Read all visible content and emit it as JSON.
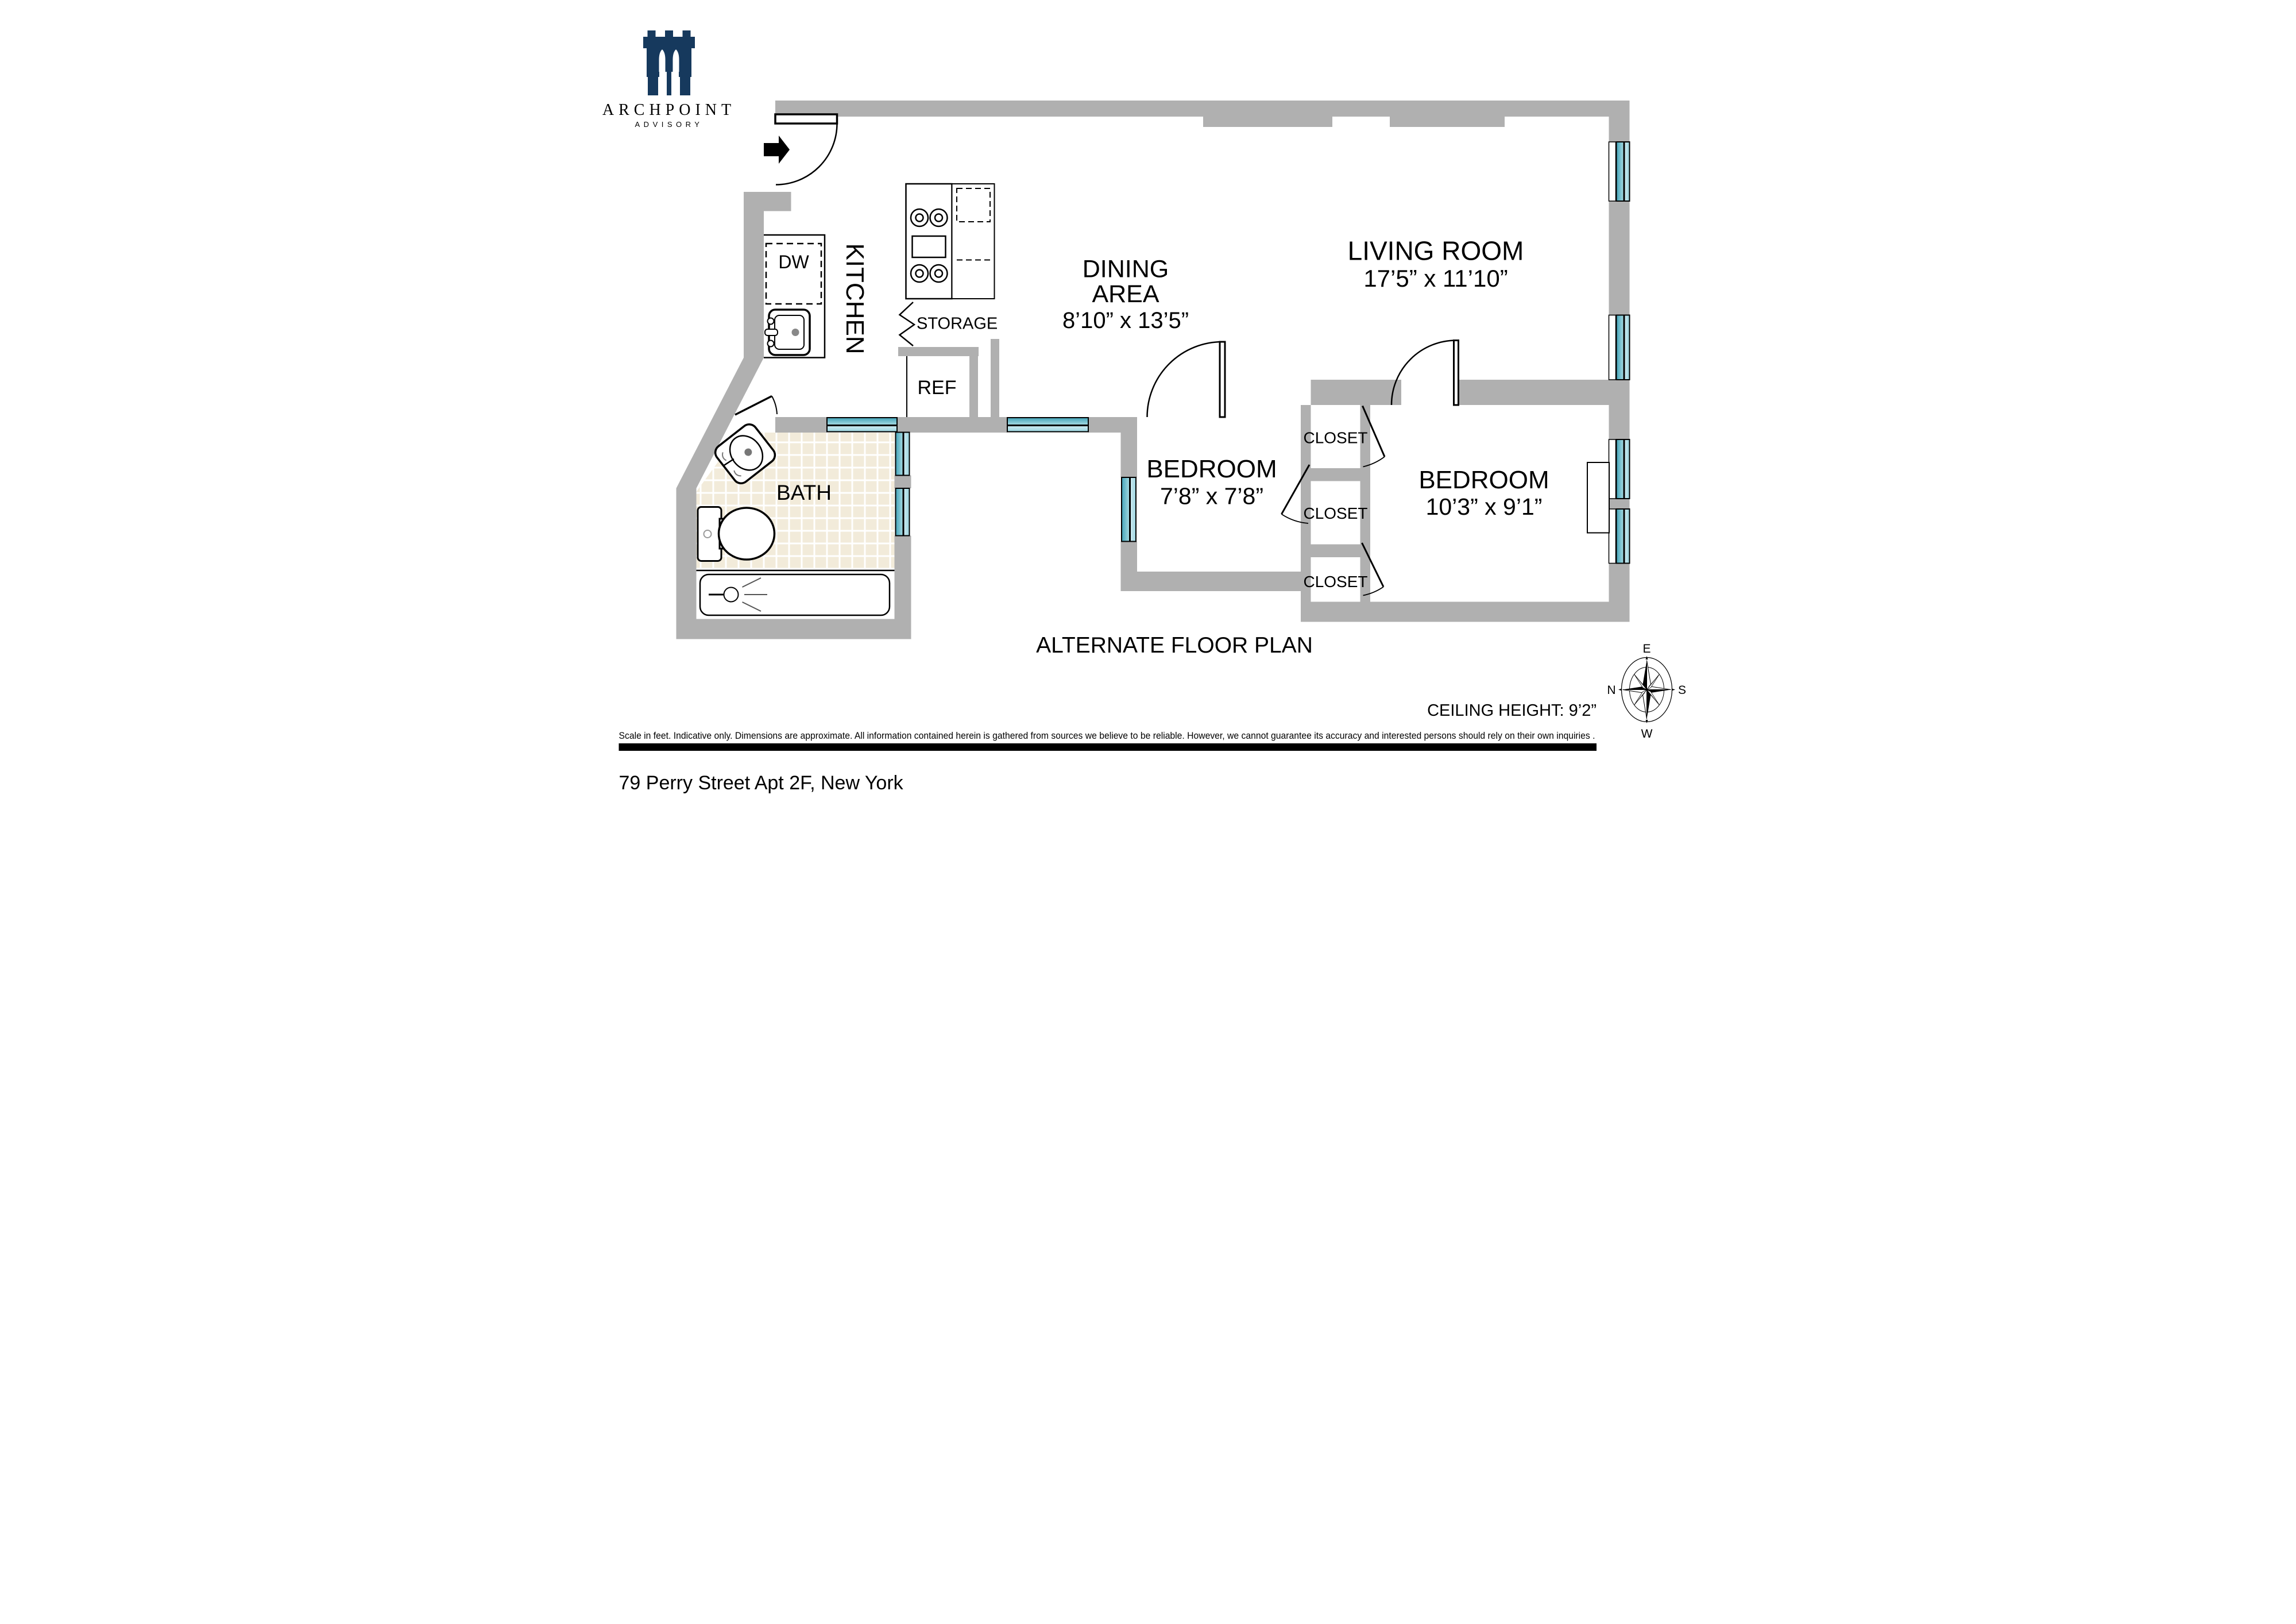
{
  "logo": {
    "name": "ARCHPOINT",
    "tagline": "ADVISORY",
    "color": "#16395d"
  },
  "plan": {
    "title": "ALTERNATE FLOOR PLAN",
    "ceiling_height": "CEILING HEIGHT: 9’2”",
    "entry_arrow": "entry-arrow"
  },
  "rooms": {
    "kitchen": {
      "name": "KITCHEN"
    },
    "dining": {
      "line1": "DINING",
      "line2": "AREA",
      "dims": "8’10” x 13’5”"
    },
    "living": {
      "name": "LIVING ROOM",
      "dims": "17’5” x 11’10”"
    },
    "bath": {
      "name": "BATH"
    },
    "bedroom_small": {
      "name": "BEDROOM",
      "dims": "7’8” x 7’8”"
    },
    "bedroom_large": {
      "name": "BEDROOM",
      "dims": "10’3” x 9’1”"
    }
  },
  "fixtures": {
    "dishwasher": "DW",
    "refrigerator": "REF",
    "storage": "STORAGE"
  },
  "closets": [
    "CLOSET",
    "CLOSET",
    "CLOSET"
  ],
  "compass": {
    "top": "E",
    "right": "S",
    "bottom": "W",
    "left": "N"
  },
  "footer": {
    "disclaimer": "Scale in feet. Indicative only. Dimensions are approximate. All information contained herein is gathered from sources we believe to be reliable. However, we cannot guarantee its accuracy and interested persons should rely on their own inquiries .",
    "address": "79 Perry Street Apt 2F, New York"
  },
  "colors": {
    "wall": "#b0b0b0",
    "window_glass": "#55b0c3",
    "tile": "#f2ebda",
    "logo": "#16395d"
  }
}
